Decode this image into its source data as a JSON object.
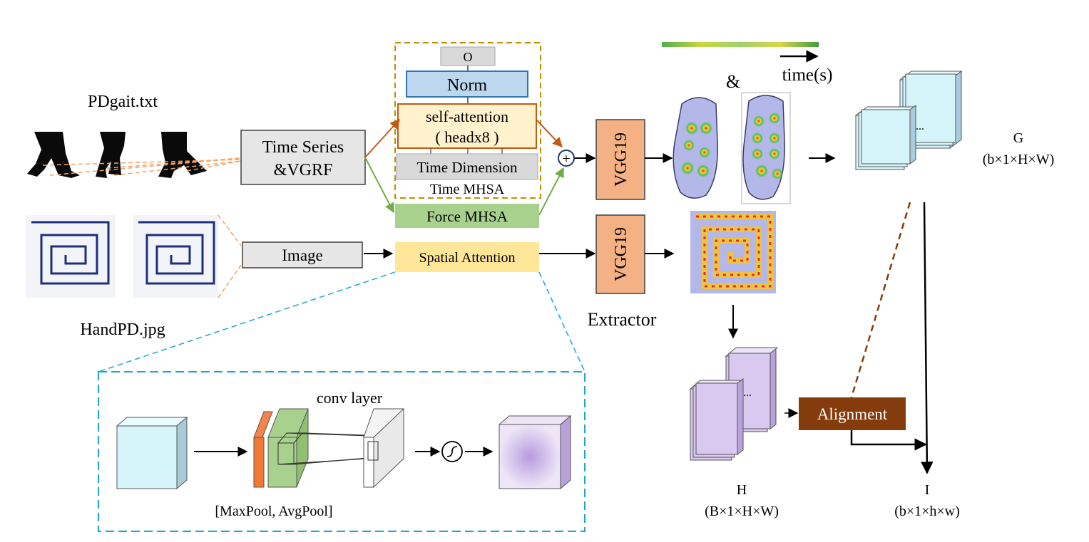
{
  "labels": {
    "pdgait_file": "PDgait.txt",
    "handpd_file": "HandPD.jpg",
    "time_series": [
      "Time Series",
      "&VGRF"
    ],
    "image": "Image",
    "o": "O",
    "norm": "Norm",
    "self_attention": [
      "self-attention",
      "( headx8 )"
    ],
    "time_dimension": "Time Dimension",
    "time_mhsa": "Time MHSA",
    "force_mhsa": "Force MHSA",
    "spatial_attention": "Spatial Attention",
    "vgg_top": "VGG19",
    "vgg_bottom": "VGG19",
    "extractor": "Extractor",
    "time_axis": "time(s)",
    "ampersand": "&",
    "plus": "+",
    "g_label": "G",
    "g_dims": "(b×1×H×W)",
    "h_label": "H",
    "h_dims": "(B×1×H×W)",
    "i_label": "I",
    "i_dims": "(b×1×h×w)",
    "alignment": "Alignment",
    "conv_layer": "conv layer",
    "pool": "[MaxPool, AvgPool]",
    "dots": "..."
  },
  "colors": {
    "orange_line": "#c55a11",
    "green_line": "#70ad47",
    "blue_dashed": "#1fa3d6",
    "gold_dashed": "#bf9000",
    "norm_fill": "#bdd7ee",
    "norm_stroke": "#2e75b6",
    "selfatt_fill": "#fff2cc",
    "selfatt_stroke": "#c55a11",
    "force_fill": "#a9d18e",
    "spatial_fill": "#ffe699",
    "vgg_fill": "#f4b183",
    "gray_fill": "#d9d9d9",
    "alignment_fill": "#843c0c",
    "cube_cyan": "#d6f5fb",
    "cube_purple": "#d9c8ef",
    "heat_bg": "#b3b8e8"
  },
  "icons": {
    "walking_figures": "walking-silhouette-icon",
    "spiral_drawing": "spiral-drawing-icon",
    "foot_heatmap": "foot-pressure-heatmap-icon",
    "sigmoid": "sigmoid-icon"
  }
}
